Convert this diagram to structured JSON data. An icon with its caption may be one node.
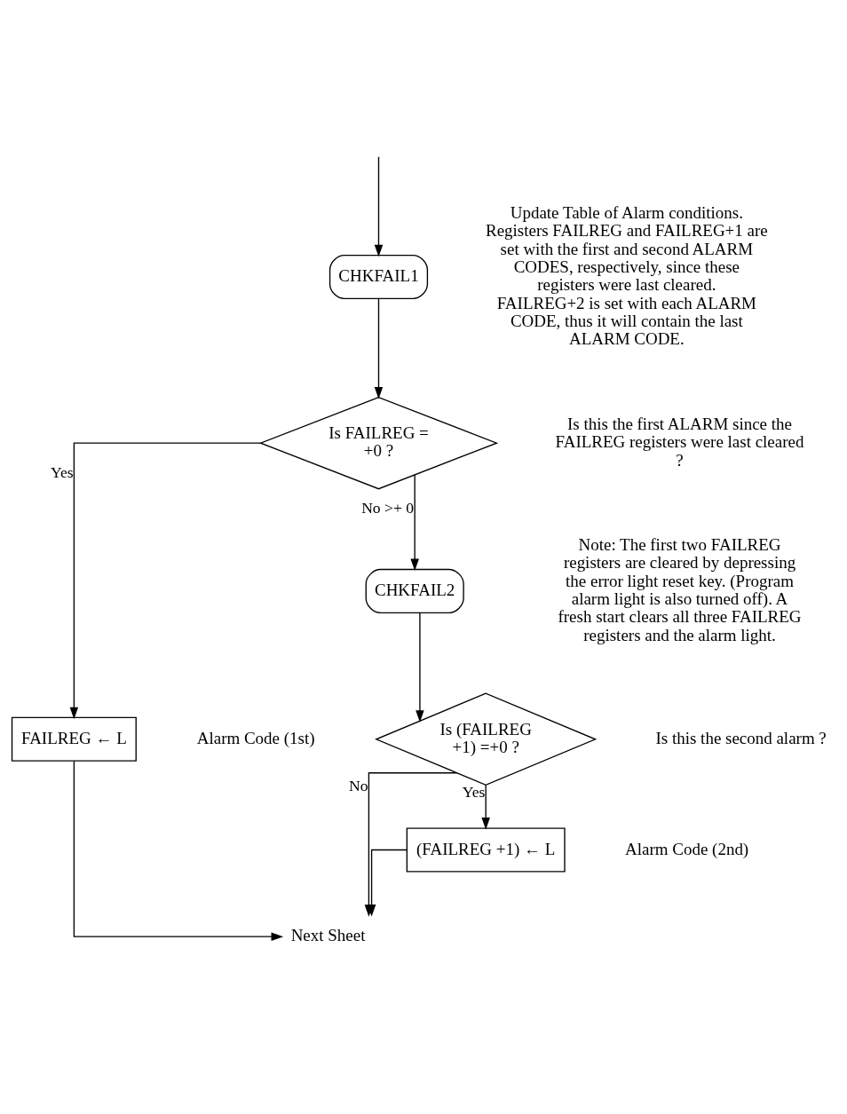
{
  "diagram": {
    "nodes": [
      {
        "text": [
          "CHKFAIL1"
        ],
        "beside": [
          "Update Table of Alarm conditions. Registers FAILREG and FAILREG+1 are set with the first and second ALARM CODES, respectively, since these registers were last cleared. FAILREG+2 is set with each ALARM CODE, thus it will contain the last ALARM CODE."
        ]
      },
      {
        "text": [
          "Is FAILREG = +0 ?"
        ],
        "beside": [
          "Is this the first ALARM since the FAILREG registers were last cleared ?"
        ]
      },
      {
        "text": [
          "FAILREG ← L"
        ],
        "beside": [
          "Alarm Code (1st)"
        ]
      },
      {
        "text": [
          "CHKFAIL2"
        ]
      },
      {
        "text": [
          "Is (FAILREG +1) =+0 ?"
        ],
        "beside": [
          "Is this the second alarm ?"
        ]
      },
      {
        "text": [
          "(FAILREG +1) ← L"
        ],
        "beside": [
          "Alarm Code (2nd)"
        ]
      },
      {
        "text": [
          "Next Sheet"
        ]
      }
    ],
    "edges": [
      {
        "from": null,
        "to": 0,
        "arrow": "to"
      },
      {
        "from": 0,
        "to": 1,
        "arrow": "to"
      },
      {
        "from": 1,
        "to": 2,
        "arrow": "to",
        "label": "Yes"
      },
      {
        "from": 1,
        "to": 3,
        "arrow": "to",
        "label": "No >+ 0"
      },
      {
        "from": 3,
        "to": 4,
        "arrow": "to"
      },
      {
        "from": 4,
        "to": 6,
        "arrow": "to",
        "label": "No"
      },
      {
        "from": 4,
        "to": 5,
        "arrow": "to",
        "label": "Yes"
      },
      {
        "from": 2,
        "to": 6,
        "arrow": "to"
      },
      {
        "from": 5,
        "to": 6,
        "arrow": "to"
      }
    ],
    "labels": [
      "Note: The first two FAILREG registers are cleared by depressing the error light reset key. (Program alarm light is also turned off). A fresh start clears all three FAILREG registers and the alarm light."
    ]
  }
}
